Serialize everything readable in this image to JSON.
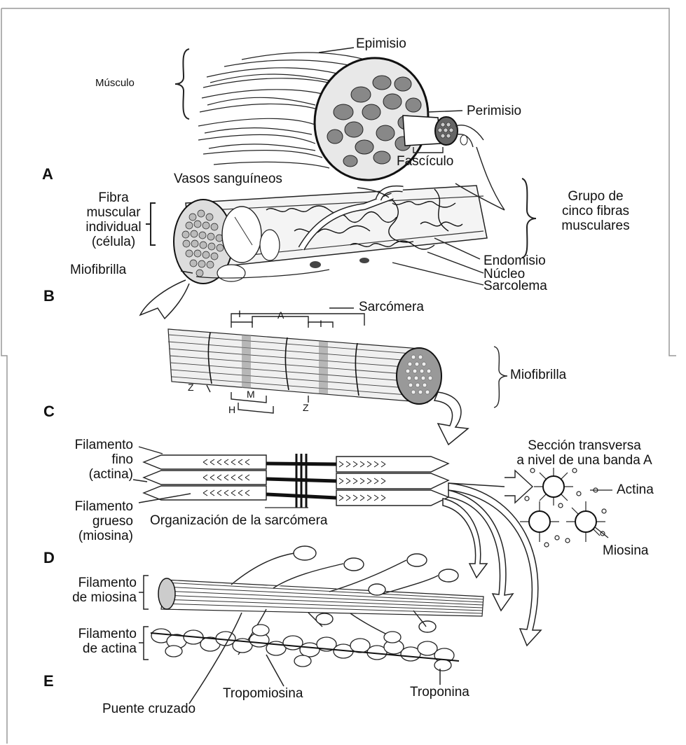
{
  "panels": {
    "a": {
      "letter": "A",
      "musculo": "Músculo",
      "epimisio": "Epimisio",
      "perimisio": "Perimisio",
      "fasciculo": "Fascículo"
    },
    "b": {
      "letter": "B",
      "vasos": "Vasos sanguíneos",
      "fibra_lines": [
        "Fibra",
        "muscular",
        "individual",
        "(célula)"
      ],
      "grupo_lines": [
        "Grupo de",
        "cinco fibras",
        "musculares"
      ],
      "miofibrilla": "Miofibrilla",
      "endomisio": "Endomisio",
      "nucleo": "Núcleo",
      "sarcolema": "Sarcolema"
    },
    "c": {
      "letter": "C",
      "sarcomera": "Sarcómera",
      "band_i": "I",
      "band_a": "A",
      "band_z": "Z",
      "band_m": "M",
      "band_h": "H",
      "miofibrilla": "Miofibrilla"
    },
    "d": {
      "letter": "D",
      "fino_lines": [
        "Filamento",
        "fino",
        "(actina)"
      ],
      "grueso_lines": [
        "Filamento",
        "grueso",
        "(miosina)"
      ],
      "organizacion": "Organización de la sarcómera",
      "seccion_lines": [
        "Sección transversa",
        "a nivel de una banda A"
      ],
      "actina": "Actina",
      "miosina": "Miosina"
    },
    "e": {
      "letter": "E",
      "filamento_miosina": [
        "Filamento",
        "de miosina"
      ],
      "filamento_actina": [
        "Filamento",
        "de actina"
      ],
      "tropomiosina": "Tropomiosina",
      "troponina": "Troponina",
      "puente": "Puente cruzado"
    }
  }
}
